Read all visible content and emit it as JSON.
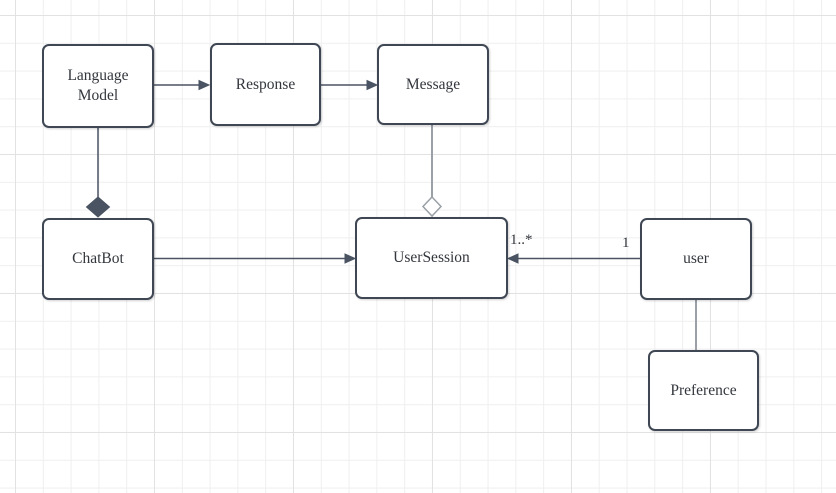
{
  "diagram": {
    "nodes": {
      "language_model": {
        "label": "Language Model"
      },
      "response": {
        "label": "Response"
      },
      "message": {
        "label": "Message"
      },
      "chatbot": {
        "label": "ChatBot"
      },
      "user_session": {
        "label": "UserSession"
      },
      "user": {
        "label": "user"
      },
      "preference": {
        "label": "Preference"
      }
    },
    "edges": {
      "language_model_to_response": {
        "type": "arrow"
      },
      "response_to_message": {
        "type": "arrow"
      },
      "chatbot_language_model": {
        "type": "composition-filled-diamond"
      },
      "usersession_message": {
        "type": "aggregation-hollow-diamond"
      },
      "chatbot_to_usersession": {
        "type": "arrow"
      },
      "user_to_usersession": {
        "type": "arrow",
        "target_multiplicity": "1..*",
        "source_multiplicity": "1"
      },
      "user_to_preference": {
        "type": "line"
      }
    },
    "colors": {
      "background": "#ffffff",
      "grid_minor": "#efefef",
      "grid_major": "#e2e2e2",
      "node_border": "#3e4753",
      "node_fill": "#ffffff",
      "edge_dark": "#4a5362",
      "edge_light": "#9aa0a6",
      "text": "#33373d"
    }
  }
}
